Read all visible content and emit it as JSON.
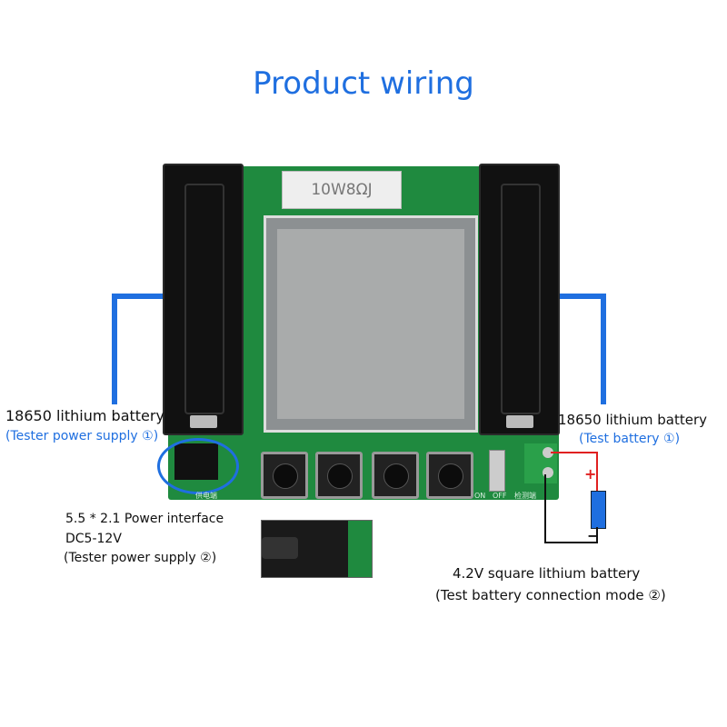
{
  "title": "Product wiring",
  "board": {
    "resistor_label": "10W8ΩJ",
    "power_side_label": "供电端",
    "test_side_label": "检测端",
    "switch_on": "ON",
    "switch_off": "OFF"
  },
  "labels": {
    "left_battery": "18650 lithium battery",
    "left_battery_sub": "(Tester power supply ①)",
    "power_interface_1": "5.5 * 2.1 Power interface",
    "power_interface_2": "DC5-12V",
    "power_interface_3": "(Tester power supply ②)",
    "right_battery": "18650 lithium battery",
    "right_battery_sub": "(Test battery ①)",
    "square_battery_1": "4.2V square lithium battery",
    "square_battery_2": "(Test battery connection mode ②)",
    "plus": "+",
    "minus": "−"
  },
  "colors": {
    "accent": "#1f6fe0",
    "board": "#1f8a3f",
    "positive_wire": "#e02020"
  }
}
